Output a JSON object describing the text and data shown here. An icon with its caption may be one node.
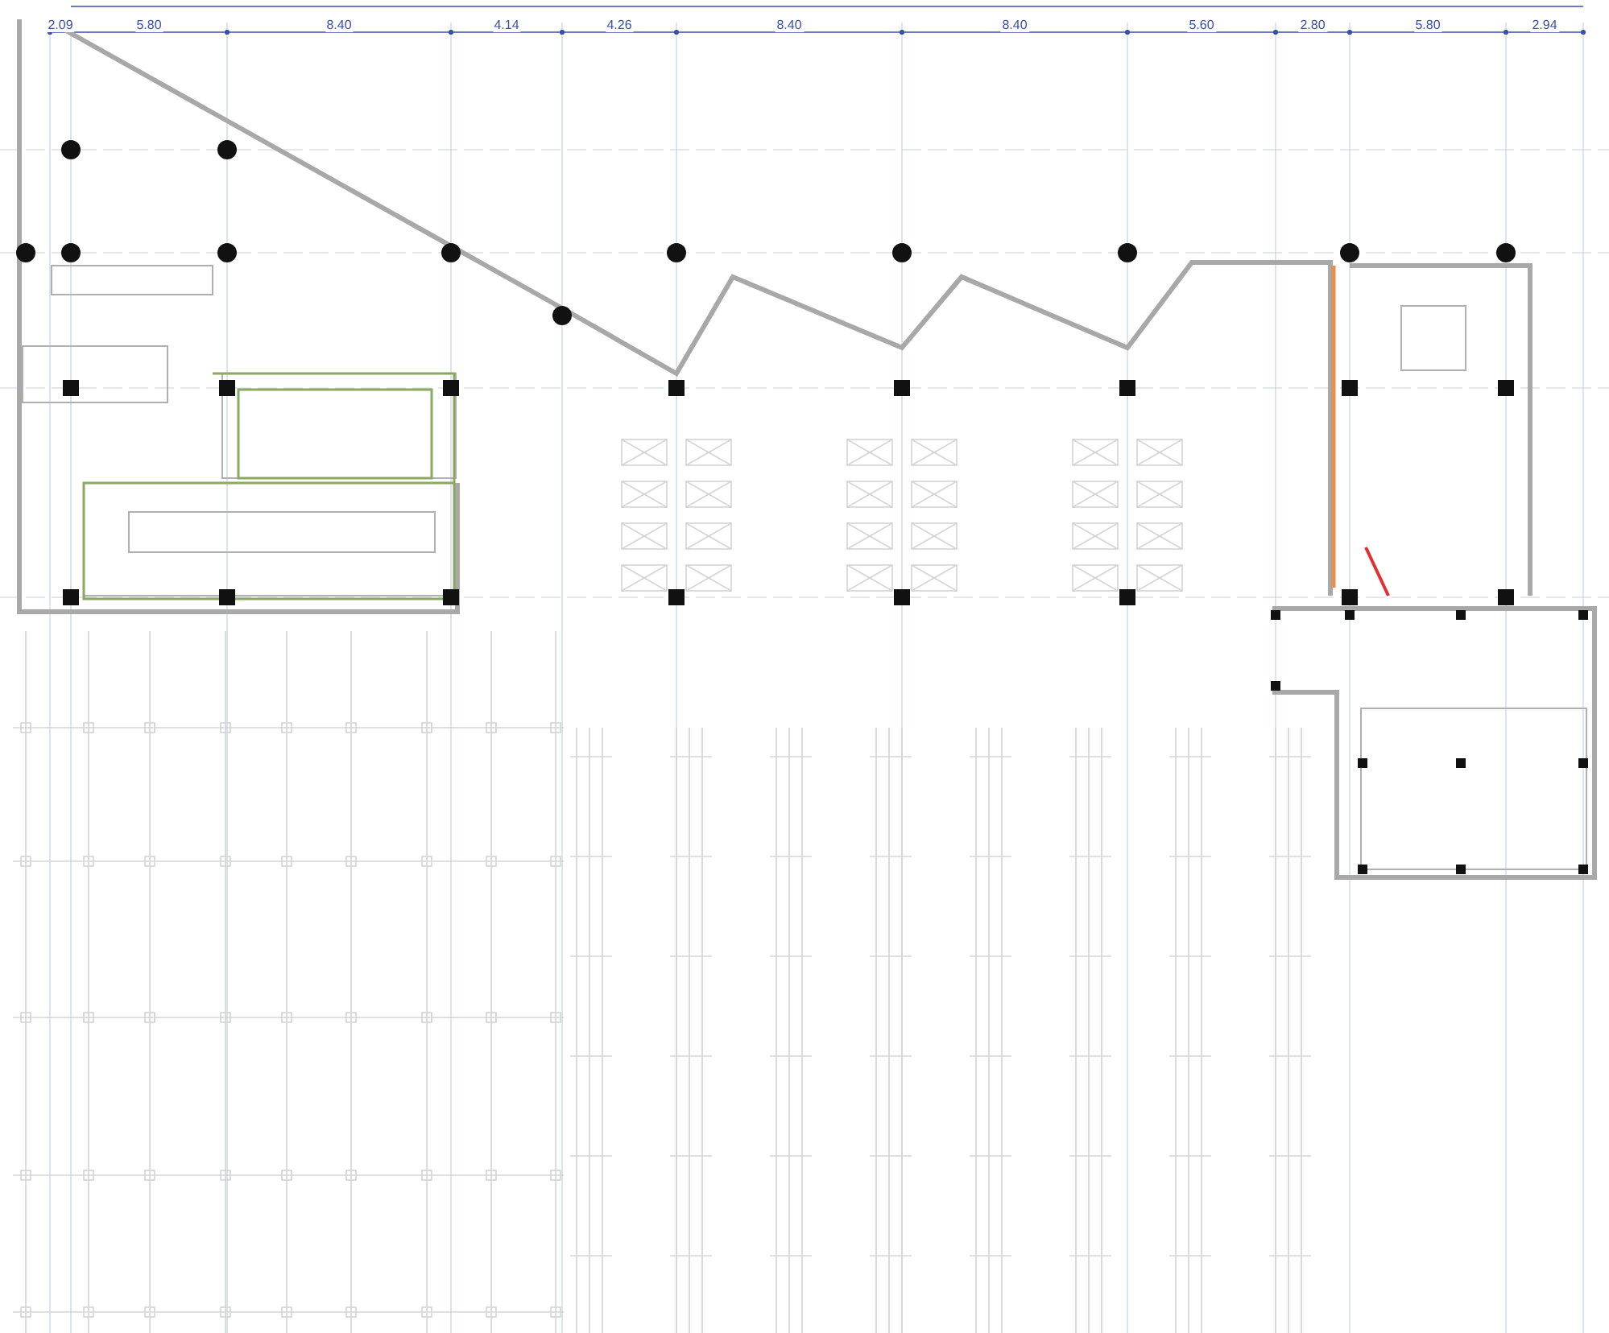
{
  "diagram": {
    "labels": [
      "2.09",
      "5.80",
      "8.40",
      "4.14",
      "4.26",
      "8.40",
      "8.40",
      "5.60",
      "2.80",
      "5.80",
      "2.94"
    ]
  }
}
